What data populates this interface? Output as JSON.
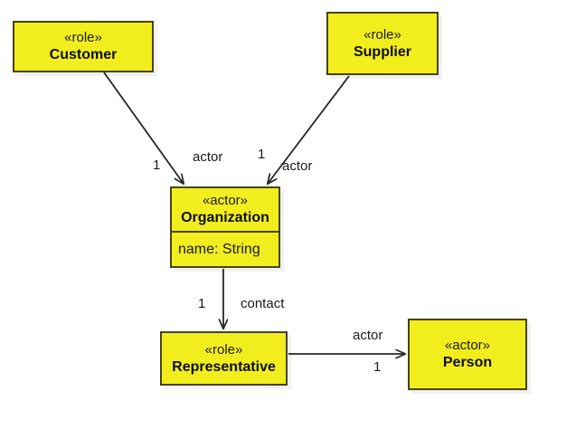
{
  "diagram": {
    "type": "uml-class-diagram",
    "background_color": "#ffffff",
    "node_fill_color": "#F2EE1E",
    "node_border_color": "#46440F",
    "edge_color": "#262626",
    "nodes": [
      {
        "id": "customer",
        "stereotype": "«role»",
        "name": "Customer",
        "attributes": []
      },
      {
        "id": "supplier",
        "stereotype": "«role»",
        "name": "Supplier",
        "attributes": []
      },
      {
        "id": "organization",
        "stereotype": "«actor»",
        "name": "Organization",
        "attributes": [
          "name: String"
        ]
      },
      {
        "id": "representative",
        "stereotype": "«role»",
        "name": "Representative",
        "attributes": []
      },
      {
        "id": "person",
        "stereotype": "«actor»",
        "name": "Person",
        "attributes": []
      }
    ],
    "edges": [
      {
        "id": "customer-organization",
        "from": "customer",
        "to": "organization",
        "source_multiplicity": "1",
        "target_role": "actor"
      },
      {
        "id": "supplier-organization",
        "from": "supplier",
        "to": "organization",
        "source_multiplicity": "1",
        "target_role": "actor"
      },
      {
        "id": "organization-representative",
        "from": "organization",
        "to": "representative",
        "source_multiplicity": "1",
        "target_role": "contact"
      },
      {
        "id": "representative-person",
        "from": "representative",
        "to": "person",
        "source_multiplicity": "1",
        "target_role": "actor"
      }
    ]
  }
}
